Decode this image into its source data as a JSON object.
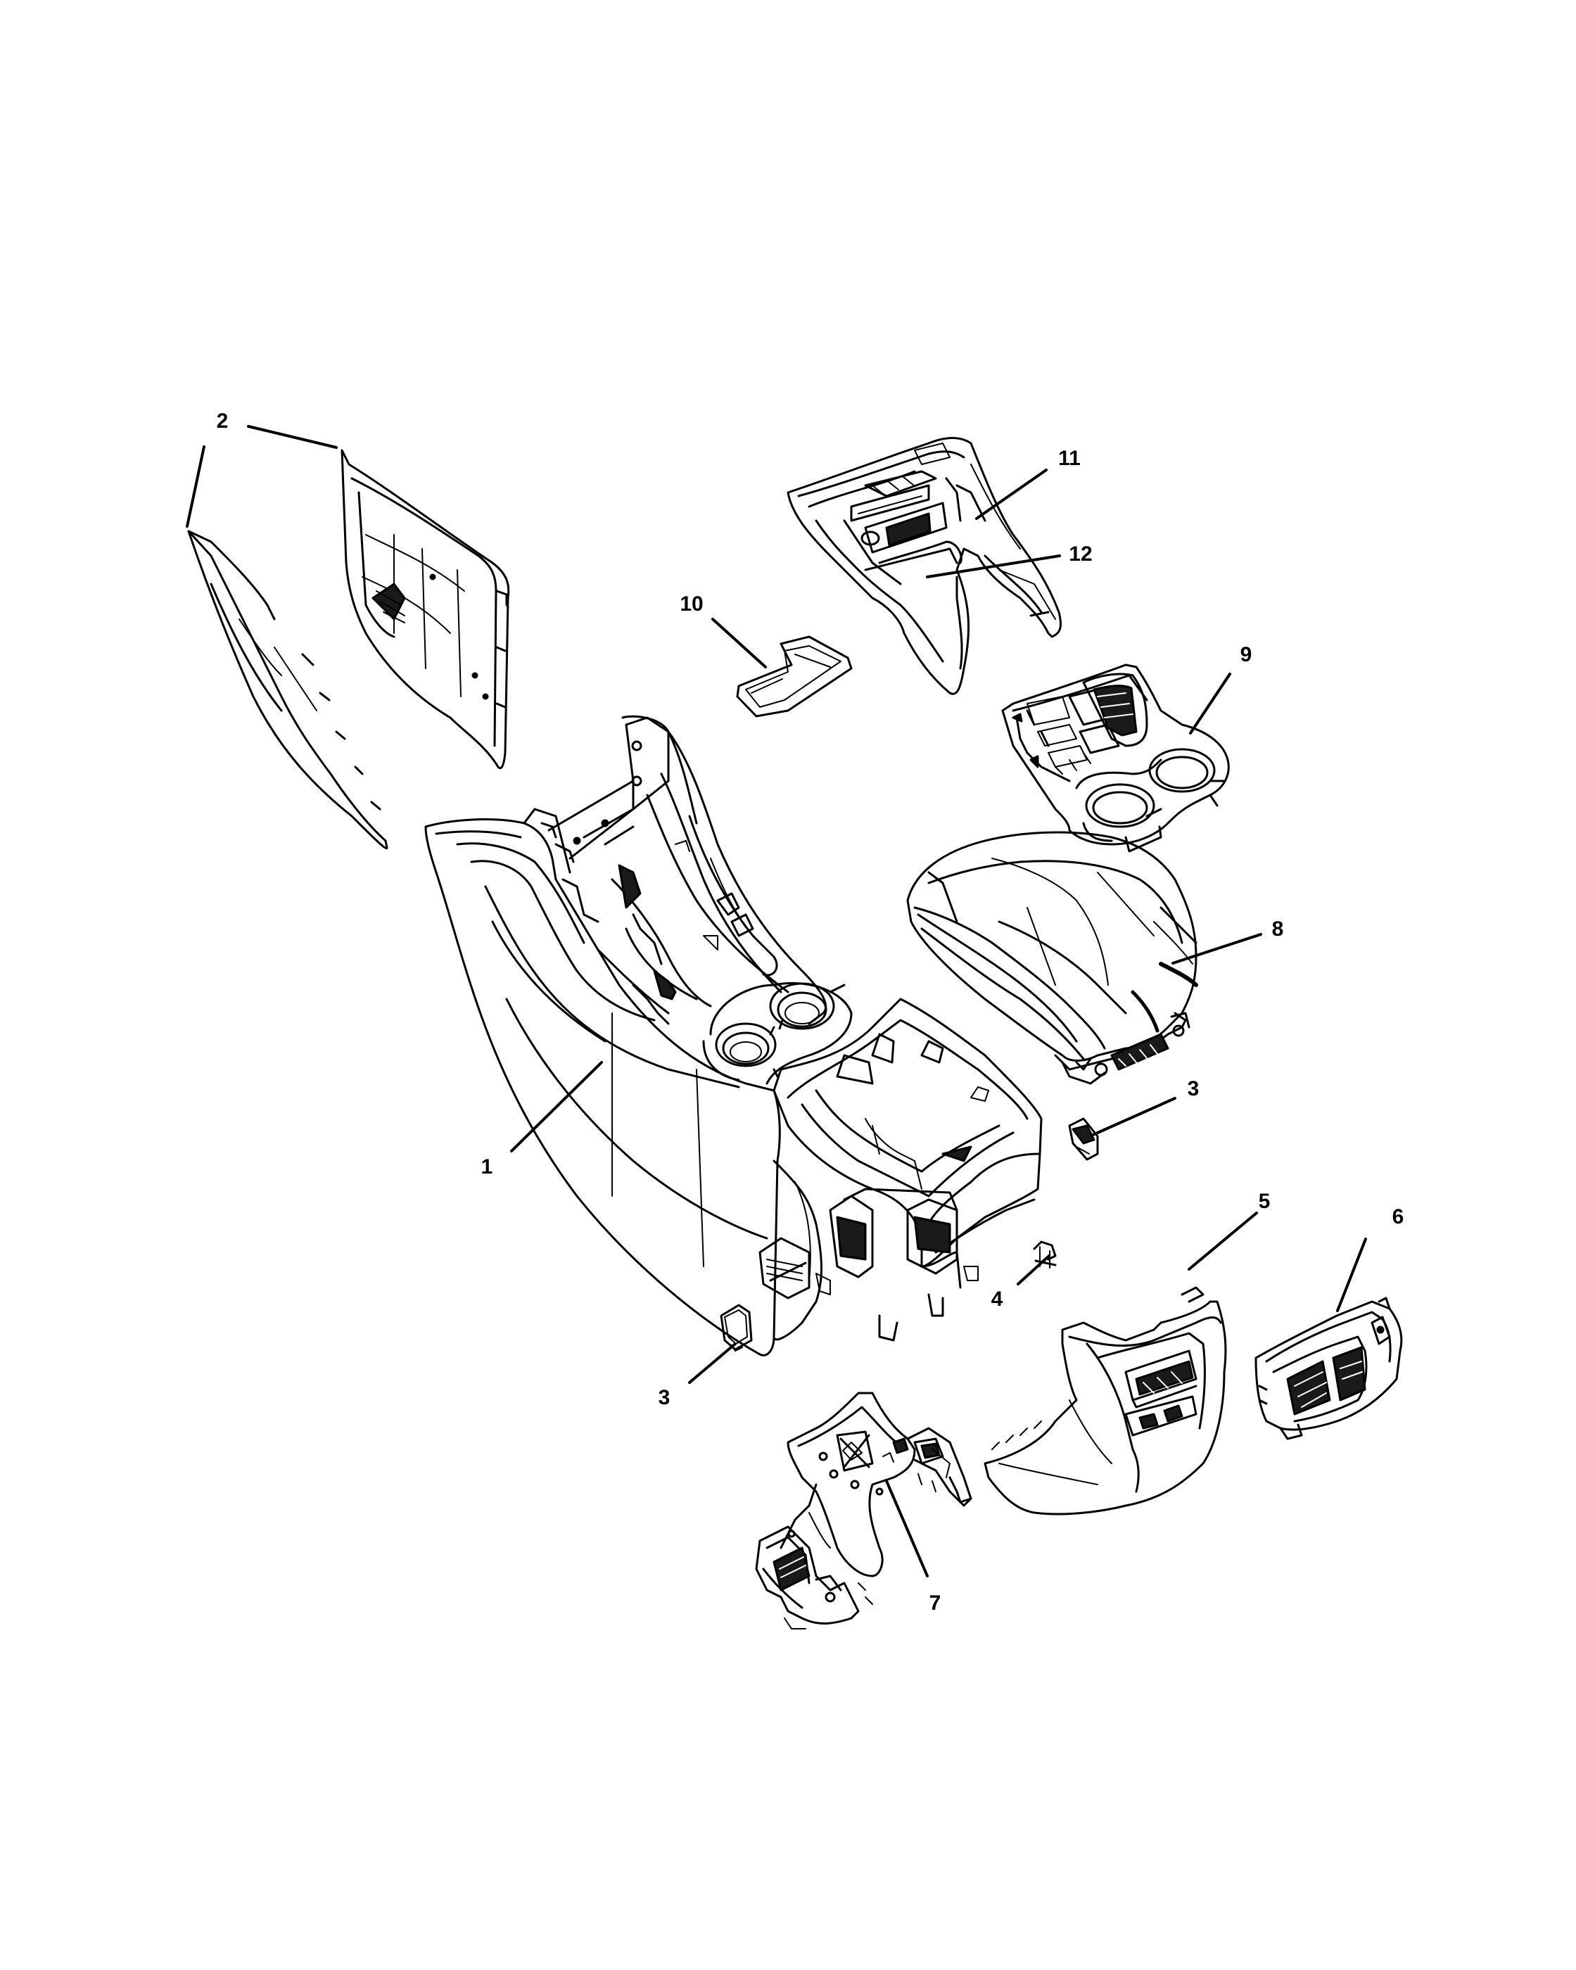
{
  "callouts": {
    "c1": "1",
    "c2": "2",
    "c3a": "3",
    "c3b": "3",
    "c4": "4",
    "c5": "5",
    "c6": "6",
    "c7": "7",
    "c8": "8",
    "c9": "9",
    "c10": "10",
    "c11": "11",
    "c12": "12"
  },
  "colors": {
    "line": "#000000",
    "background": "#ffffff"
  }
}
